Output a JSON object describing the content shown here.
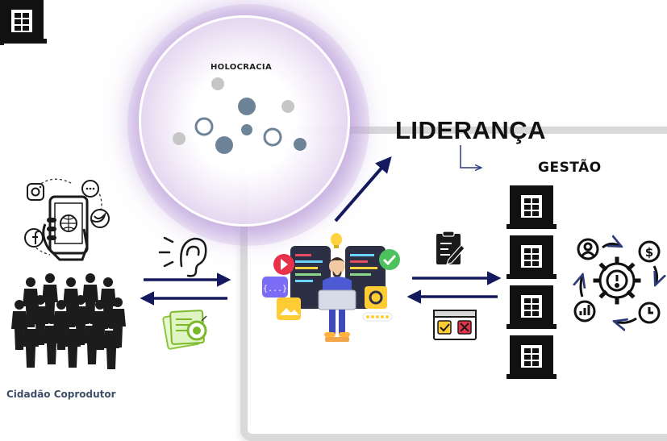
{
  "holocracia": {
    "title": "HOLOCRACIA"
  },
  "lideranca": {
    "label": "LIDERANÇA"
  },
  "gestao": {
    "label": "GESTÃO"
  },
  "cidadao": {
    "label": "Cidadão Coprodutor"
  },
  "colors": {
    "text_dark": "#111111",
    "cidadao_text": "#3d4f66",
    "arrow_navy": "#151a5e",
    "dot_dark": "#6d8498",
    "dot_light": "#c6c6c6",
    "holo_glow": "#b891d6",
    "frame_gray": "#d9d9d9"
  },
  "icons": [
    "social-media-phone-icon",
    "instagram-icon",
    "chat-icon",
    "twitter-icon",
    "facebook-icon",
    "globe-icon",
    "crowd-icon",
    "ear-icon",
    "approved-document-icon",
    "developer-workstation-icon",
    "contract-sign-icon",
    "checkbox-form-icon",
    "building-icon",
    "management-cycle-icon"
  ]
}
